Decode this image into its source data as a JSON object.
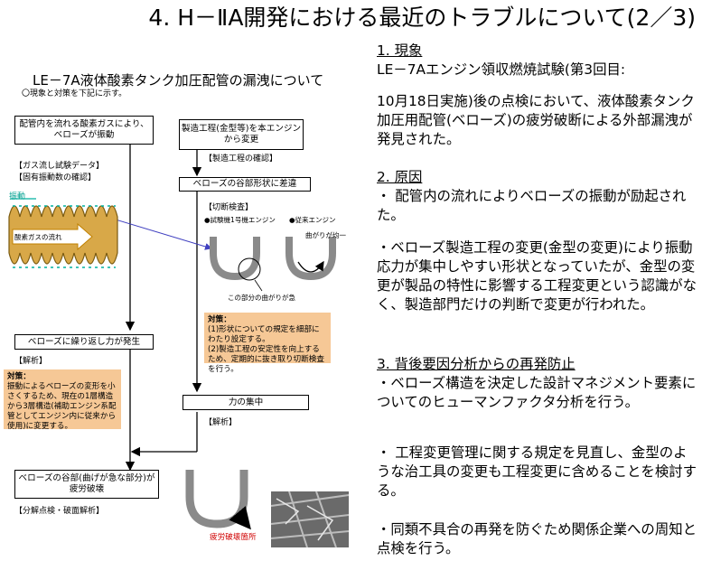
{
  "title": "4. H－ⅡA開発における最近のトラブルについて(2／3)",
  "right": {
    "s1_head": "1. 現象",
    "s1_p1": "LE－7Aエンジン領収燃焼試験(第3回目:",
    "s1_p2": "10月18日実施)後の点検において、液体酸素タンク加圧用配管(ベローズ)の疲労破断による外部漏洩が発見された。",
    "s2_head": "2. 原因",
    "s2_p1": "・ 配管内の流れによりベローズの振動が励起された。",
    "s2_p2": "・ベローズ製造工程の変更(金型の変更)により振動応力が集中しやすい形状となっていたが、金型の変更が製品の特性に影響する工程変更という認識がなく、製造部門だけの判断で変更が行われた。",
    "s3_head": "3. 背後要因分析からの再発防止",
    "s3_p1": "・ベローズ構造を決定した設計マネジメント要素についてのヒューマンファクタ分析を行う。",
    "s3_p2": "・ 工程変更管理に関する規定を見直し、金型のような治工具の変更も工程変更に含めることを検討する。",
    "s3_p3": "・同類不具合の再発を防ぐため関係企業への周知と点検を行う。"
  },
  "figure": {
    "title": "LE－7A液体酸素タンク加圧配管の漏洩について",
    "subtitle": "〇現象と対策を下記に示す。",
    "box_flow": "配管内を流れる酸素ガスにより、ベローズが振動",
    "box_process": "製造工程(金型等)を本エンジンから変更",
    "tag_gasflow": "【ガス流し試験データ】",
    "tag_natfreq": "【固有振動数の確認】",
    "tag_process_check": "【製造工程の確認】",
    "label_vibration": "振動",
    "label_oxygen_flow": "酸素ガスの流れ",
    "box_valley_shape": "ベローズの谷部形状に差違",
    "tag_cut_inspection": "【切断検査】",
    "legend_test_engine": "●試験機1号機エンジン",
    "legend_conventional": "●従来エンジン",
    "label_uniform_bend": "曲がりが均一",
    "label_sharp_bend": "この部分の曲がりが急",
    "countermeasure1_title": "対策：",
    "countermeasure1_body": "(1)形状についての規定を細部にわたり設定する。\n(2)製造工程の安定性を向上するため、定期的に抜き取り切断検査を行う。",
    "box_repeated_force": "ベローズに繰り返し力が発生",
    "tag_analysis1": "【解析】",
    "countermeasure2_title": "対策：",
    "countermeasure2_body": "振動によるベローズの変形を小さくするため、現在の1層構造から3層構造(補助エンジン系配管としてエンジン内に従来から使用)に変更する。",
    "box_force_concentration": "力の集中",
    "tag_analysis2": "【解析】",
    "box_fatigue": "ベローズの谷部(曲げが急な部分)が疲労破壊",
    "tag_teardown": "【分解点検・破面解析】",
    "label_fatigue_point": "疲労破壊箇所"
  }
}
